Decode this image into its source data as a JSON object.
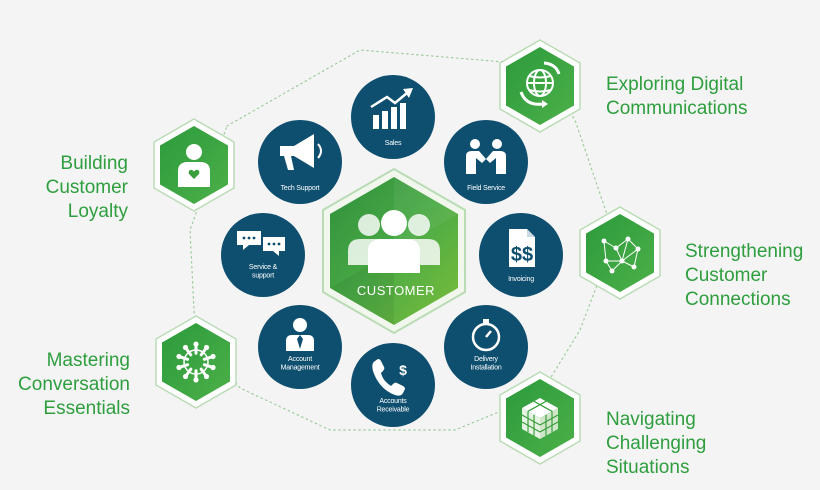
{
  "center": {
    "label": "CUSTOMER"
  },
  "services": [
    {
      "id": "sales",
      "label_lines": [
        "Sales"
      ],
      "icon": "growth-chart-icon"
    },
    {
      "id": "field-service",
      "label_lines": [
        "Field Service"
      ],
      "icon": "handshake-icon"
    },
    {
      "id": "invoicing",
      "label_lines": [
        "Invoicing"
      ],
      "icon": "invoice-icon"
    },
    {
      "id": "delivery-installation",
      "label_lines": [
        "Delivery",
        "Installation"
      ],
      "icon": "stopwatch-icon"
    },
    {
      "id": "accounts-receivable",
      "label_lines": [
        "Accounts",
        "Receivable"
      ],
      "icon": "phone-dollar-icon"
    },
    {
      "id": "account-management",
      "label_lines": [
        "Account",
        "Management"
      ],
      "icon": "businessman-icon"
    },
    {
      "id": "service-support",
      "label_lines": [
        "Service &",
        "support"
      ],
      "icon": "chat-bubbles-icon"
    },
    {
      "id": "tech-support",
      "label_lines": [
        "Tech Support"
      ],
      "icon": "megaphone-icon"
    }
  ],
  "outer": [
    {
      "id": "building-customer-loyalty",
      "lines": [
        "Building",
        "Customer",
        "Loyalty"
      ],
      "icon": "person-heart-icon"
    },
    {
      "id": "exploring-digital-communications",
      "lines": [
        "Exploring Digital",
        "Communications"
      ],
      "icon": "globe-arrows-icon"
    },
    {
      "id": "strengthening-customer-connections",
      "lines": [
        "Strengthening",
        "Customer",
        "Connections"
      ],
      "icon": "network-icon"
    },
    {
      "id": "navigating-challenging-situations",
      "lines": [
        "Navigating",
        "Challenging",
        "Situations"
      ],
      "icon": "puzzle-cube-icon"
    },
    {
      "id": "mastering-conversation-essentials",
      "lines": [
        "Mastering",
        "Conversation",
        "Essentials"
      ],
      "icon": "people-circle-icon"
    }
  ],
  "colors": {
    "navy": "#0e4f6f",
    "green": "#3f9f3a",
    "light_green": "#8cc63f",
    "text_green": "#2e9e3e",
    "hex_border": "#b9dcb5",
    "dots": "#9ccc9a"
  }
}
